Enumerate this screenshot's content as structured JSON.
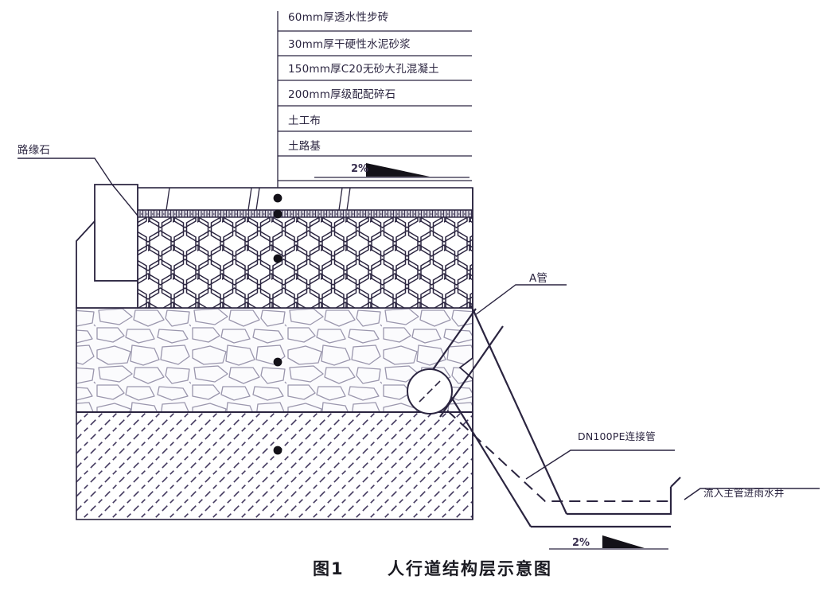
{
  "figure": {
    "caption_number": "图1",
    "caption_title": "人行道结构层示意图",
    "background_color": "#ffffff",
    "line_color": "#2b2540",
    "text_color": "#2b2540"
  },
  "structure_layers": [
    {
      "index": 1,
      "label": "60mm厚透水性步砖"
    },
    {
      "index": 2,
      "label": "30mm厚干硬性水泥砂浆"
    },
    {
      "index": 3,
      "label": "150mm厚C20无砂大孔混凝土"
    },
    {
      "index": 4,
      "label": "200mm厚级配配碎石"
    },
    {
      "index": 5,
      "label": "土工布"
    },
    {
      "index": 6,
      "label": "土路基"
    }
  ],
  "callouts": {
    "curb": "路缘石",
    "pipe_a": "A管",
    "connection_pipe": "DN100PE连接管",
    "outlet": "流入主管进雨水井"
  },
  "slopes": {
    "top_slope": "2%",
    "bottom_slope": "2%"
  },
  "section_fills": {
    "paver_layer": "透水性步砖",
    "mortar_layer": "干硬性水泥砂浆",
    "porous_concrete_layer": "C20无砂大孔混凝土",
    "crushed_stone_layer": "级配碎石",
    "subgrade_layer": "土路基"
  }
}
